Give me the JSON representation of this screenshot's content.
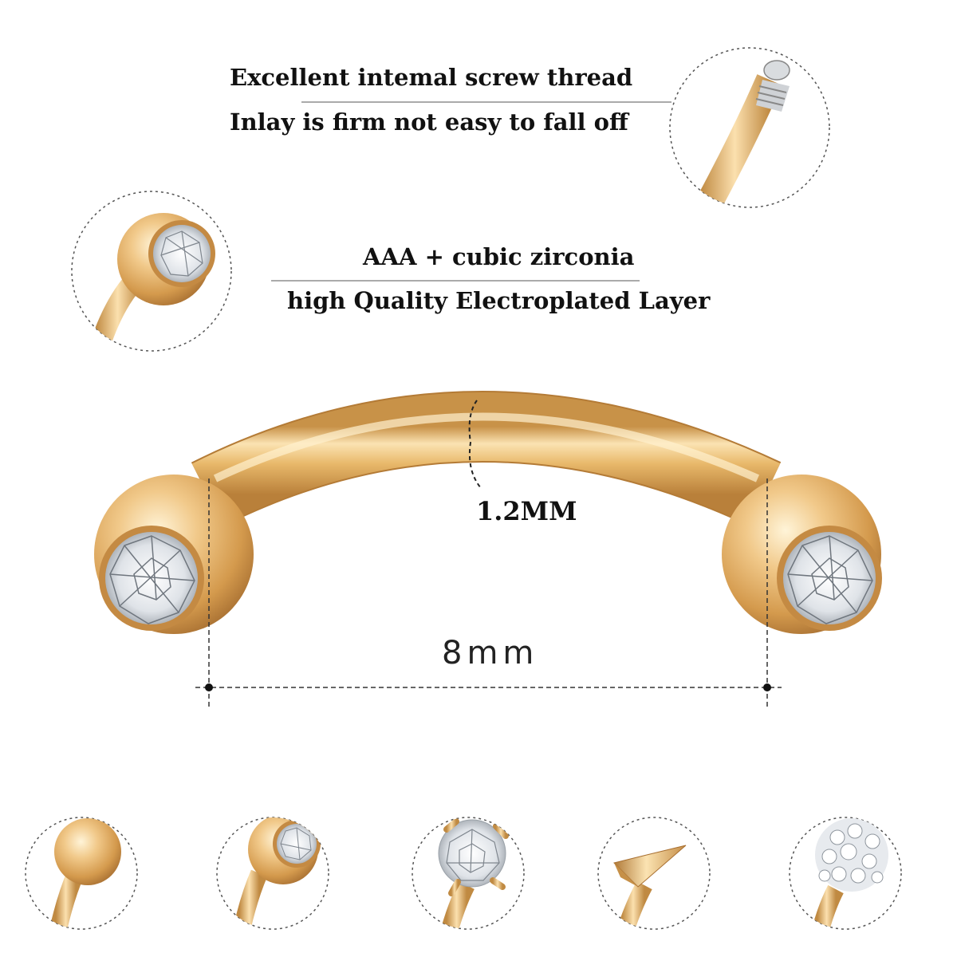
{
  "features": {
    "thread": {
      "line1": "Excellent intemal screw thread",
      "line2": "Inlay is firm not easy to fall off"
    },
    "zirconia": {
      "line1": "AAA + cubic zirconia",
      "line2": "high Quality Electroplated Layer"
    }
  },
  "dimensions": {
    "thickness": "1.2MM",
    "length": "8mm"
  },
  "colors": {
    "gold_light": "#fbe3b2",
    "gold_mid": "#e8b86a",
    "gold_dark": "#b9803a",
    "line": "#555555"
  },
  "end_options": [
    "plain-ball-icon",
    "gem-ball-icon",
    "prong-gem-icon",
    "spike-icon",
    "crystal-ball-icon"
  ]
}
